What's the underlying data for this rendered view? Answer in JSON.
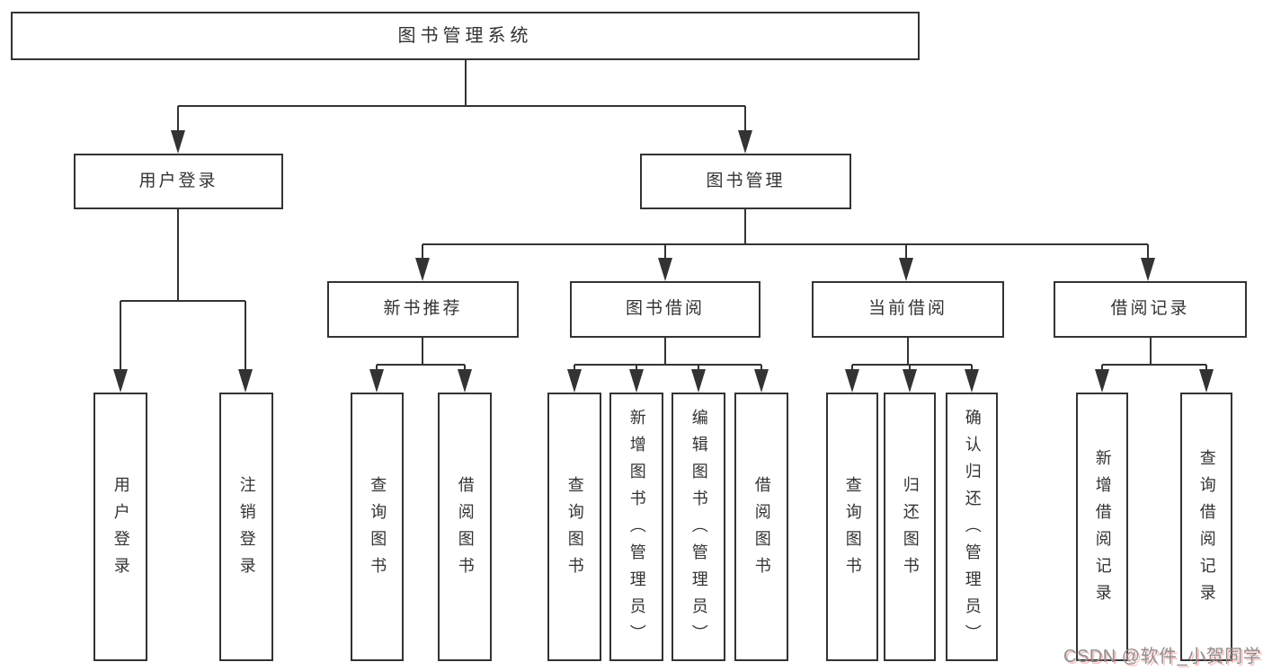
{
  "diagram": {
    "title": "图书管理系统",
    "type": "hierarchy-tree",
    "colors": {
      "line": "#333333",
      "box_border": "#333333",
      "box_background": "#ffffff",
      "text": "#333333",
      "watermark_text": "#8f8f8f",
      "watermark_shadow": "#ec7878"
    },
    "nodes": {
      "root": "图书管理系统",
      "user_login": "用户登录",
      "book_mgmt": "图书管理",
      "new_books": "新书推荐",
      "book_borrow": "图书借阅",
      "current_borrow": "当前借阅",
      "borrow_records": "借阅记录",
      "leaf_user_login": "用户登录",
      "leaf_logout": "注销登录",
      "leaf_nb_query": "查询图书",
      "leaf_nb_borrow": "借阅图书",
      "leaf_bb_query": "查询图书",
      "leaf_bb_add": "新增图书（管理员）",
      "leaf_bb_edit": "编辑图书（管理员）",
      "leaf_bb_borrow": "借阅图书",
      "leaf_cb_query": "查询图书",
      "leaf_cb_return": "归还图书",
      "leaf_cb_confirm": "确认归还（管理员）",
      "leaf_br_add": "新增借阅记录",
      "leaf_br_query": "查询借阅记录"
    },
    "hierarchy": {
      "图书管理系统": {
        "用户登录": [
          "用户登录",
          "注销登录"
        ],
        "图书管理": {
          "新书推荐": [
            "查询图书",
            "借阅图书"
          ],
          "图书借阅": [
            "查询图书",
            "新增图书（管理员）",
            "编辑图书（管理员）",
            "借阅图书"
          ],
          "当前借阅": [
            "查询图书",
            "归还图书",
            "确认归还（管理员）"
          ],
          "借阅记录": [
            "新增借阅记录",
            "查询借阅记录"
          ]
        }
      }
    },
    "watermark": "CSDN @软件_小贺同学"
  }
}
